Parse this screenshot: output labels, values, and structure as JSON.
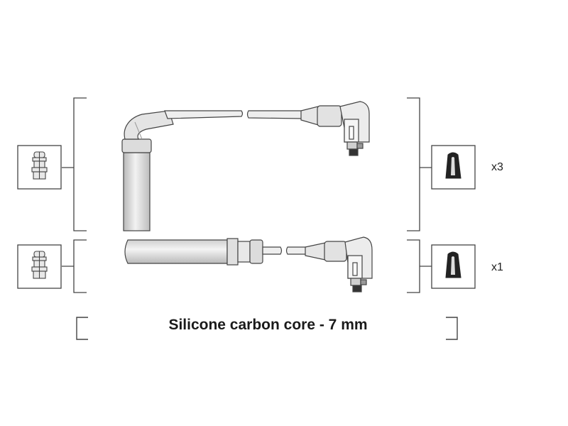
{
  "quantities": {
    "top": "x3",
    "bottom": "x1"
  },
  "caption": "Silicone carbon core - 7 mm",
  "icons": {
    "left": "spark-plug-terminal-icon",
    "right": "coil-terminal-icon"
  },
  "colors": {
    "stroke": "#444444",
    "fill_light": "#e6e6e6",
    "fill_mid": "#c8c8c8",
    "text": "#1a1a1a"
  }
}
